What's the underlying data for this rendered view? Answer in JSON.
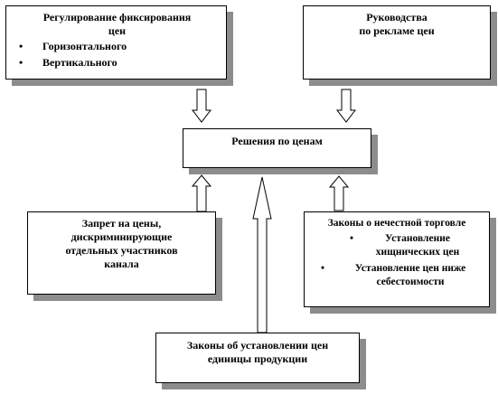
{
  "diagram": {
    "top_left": {
      "title_lines": [
        "Регулирование фиксирования",
        "цен"
      ],
      "bullets": [
        "Горизонтального",
        "Вертикального"
      ]
    },
    "top_right": {
      "title_lines": [
        "Руководства",
        "по рекламе цен"
      ]
    },
    "center": {
      "title": "Решения по ценам"
    },
    "mid_left": {
      "lines": [
        "Запрет на цены,",
        "дискриминирующие",
        "отдельных участников",
        "канала"
      ]
    },
    "mid_right": {
      "title": "Законы о нечестной торговле",
      "bullets": [
        [
          "Установление",
          "хищнических  цен"
        ],
        [
          "Установление цен ниже",
          "себестоимости"
        ]
      ]
    },
    "bottom": {
      "lines": [
        "Законы об установлении цен",
        "единицы продукции"
      ]
    },
    "bullet_symbol": "•",
    "colors": {
      "shadow": "#8c8c8c",
      "border": "#000000",
      "background": "#ffffff"
    }
  }
}
